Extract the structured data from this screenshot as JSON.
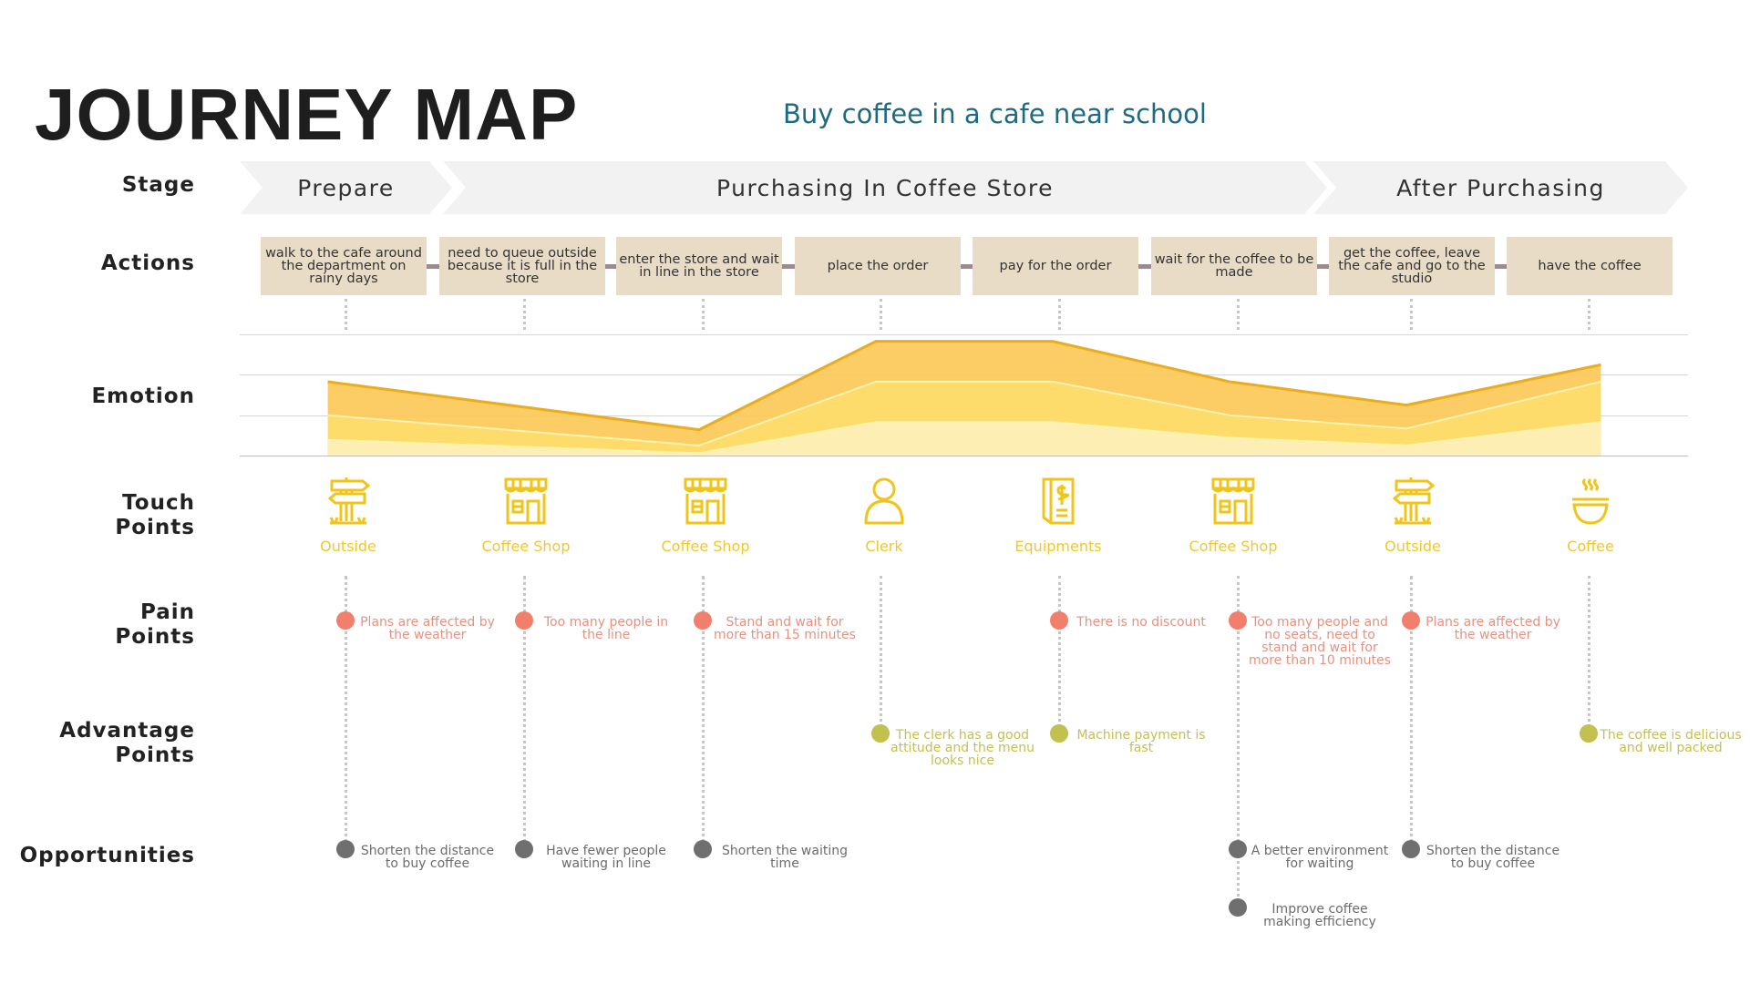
{
  "header": {
    "title": "JOURNEY MAP",
    "subtitle": "Buy coffee in a cafe near school"
  },
  "row_labels": {
    "stage": "Stage",
    "actions": "Actions",
    "emotion": "Emotion",
    "touch_points": [
      "Touch",
      "Points"
    ],
    "pain_points": [
      "Pain",
      "Points"
    ],
    "advantage_points": [
      "Advantage",
      "Points"
    ],
    "opportunities": "Opportunities"
  },
  "stages": [
    {
      "label": "Prepare"
    },
    {
      "label": "Purchasing In Coffee Store"
    },
    {
      "label": "After Purchasing"
    }
  ],
  "actions": [
    "walk to the cafe around the department on rainy days",
    "need to queue outside because it is full in the store",
    "enter the store and wait in line in the store",
    "place the order",
    "pay for the order",
    "wait for the coffee to be made",
    "get the coffee, leave the cafe and go to the studio",
    "have the coffee"
  ],
  "touch_points": [
    {
      "label": "Outside",
      "icon": "signpost-icon"
    },
    {
      "label": "Coffee Shop",
      "icon": "store-icon"
    },
    {
      "label": "Coffee Shop",
      "icon": "store-icon"
    },
    {
      "label": "Clerk",
      "icon": "person-icon"
    },
    {
      "label": "Equipments",
      "icon": "receipt-icon"
    },
    {
      "label": "Coffee Shop",
      "icon": "store-icon"
    },
    {
      "label": "Outside",
      "icon": "signpost-icon"
    },
    {
      "label": "Coffee",
      "icon": "coffee-bowl-icon"
    }
  ],
  "pain_points": [
    "Plans are affected by the weather",
    "Too many people in the line",
    "Stand and wait for more than 15 minutes",
    null,
    "There is no discount",
    "Too many people and no seats, need to stand and wait for more than 10 minutes",
    "Plans are affected by the weather",
    null
  ],
  "advantage_points": [
    null,
    null,
    null,
    "The clerk has a good attitude and the menu looks nice",
    "Machine payment is fast",
    null,
    null,
    "The coffee is delicious and well packed"
  ],
  "opportunities": [
    [
      "Shorten the distance to buy coffee"
    ],
    [
      "Have fewer people waiting in line"
    ],
    [
      "Shorten the waiting time"
    ],
    [],
    [],
    [
      "A better environment for waiting",
      "Improve coffee making efficiency"
    ],
    [
      "Shorten the distance to buy coffee"
    ],
    []
  ],
  "colors": {
    "pain": "#f27f6c",
    "advantage": "#c2c04e",
    "opportunity": "#6f6f6f",
    "touch": "#f0c419",
    "action_bg": "#e8dcc7",
    "subtitle": "#1f6a80"
  },
  "chart_data": {
    "type": "area",
    "x": [
      0.9,
      3,
      4,
      5,
      6,
      7,
      8.1
    ],
    "ylim": [
      0,
      3
    ],
    "series": [
      {
        "name": "top",
        "values": [
          1.83,
          0.64,
          2.83,
          2.83,
          1.83,
          1.25,
          2.25
        ],
        "color": "#fcc858"
      },
      {
        "name": "middle",
        "values": [
          1.0,
          0.25,
          1.83,
          1.83,
          1.0,
          0.67,
          1.83
        ],
        "color": "#fedd6c"
      },
      {
        "name": "bottom",
        "values": [
          0.39,
          0.06,
          0.83,
          0.83,
          0.44,
          0.25,
          0.83
        ],
        "color": "#fdf0bb"
      }
    ]
  }
}
